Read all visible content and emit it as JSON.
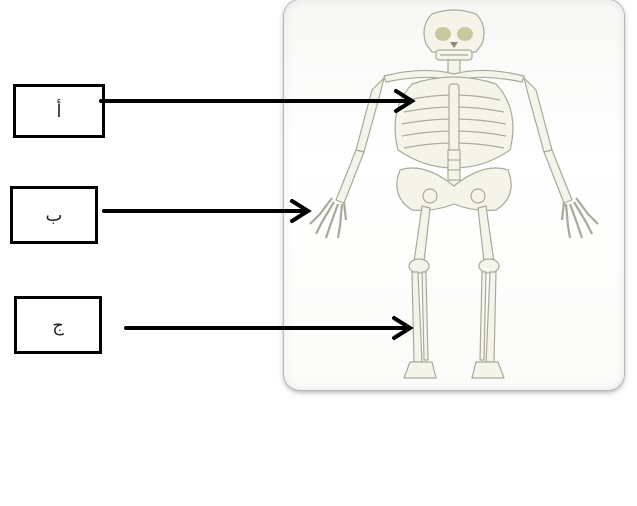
{
  "labels": {
    "a": "أ",
    "b": "ب",
    "c": "ج"
  },
  "colors": {
    "bone": "#f4f4ea",
    "bone_outline": "#a9a99a",
    "arrow": "#000000"
  }
}
